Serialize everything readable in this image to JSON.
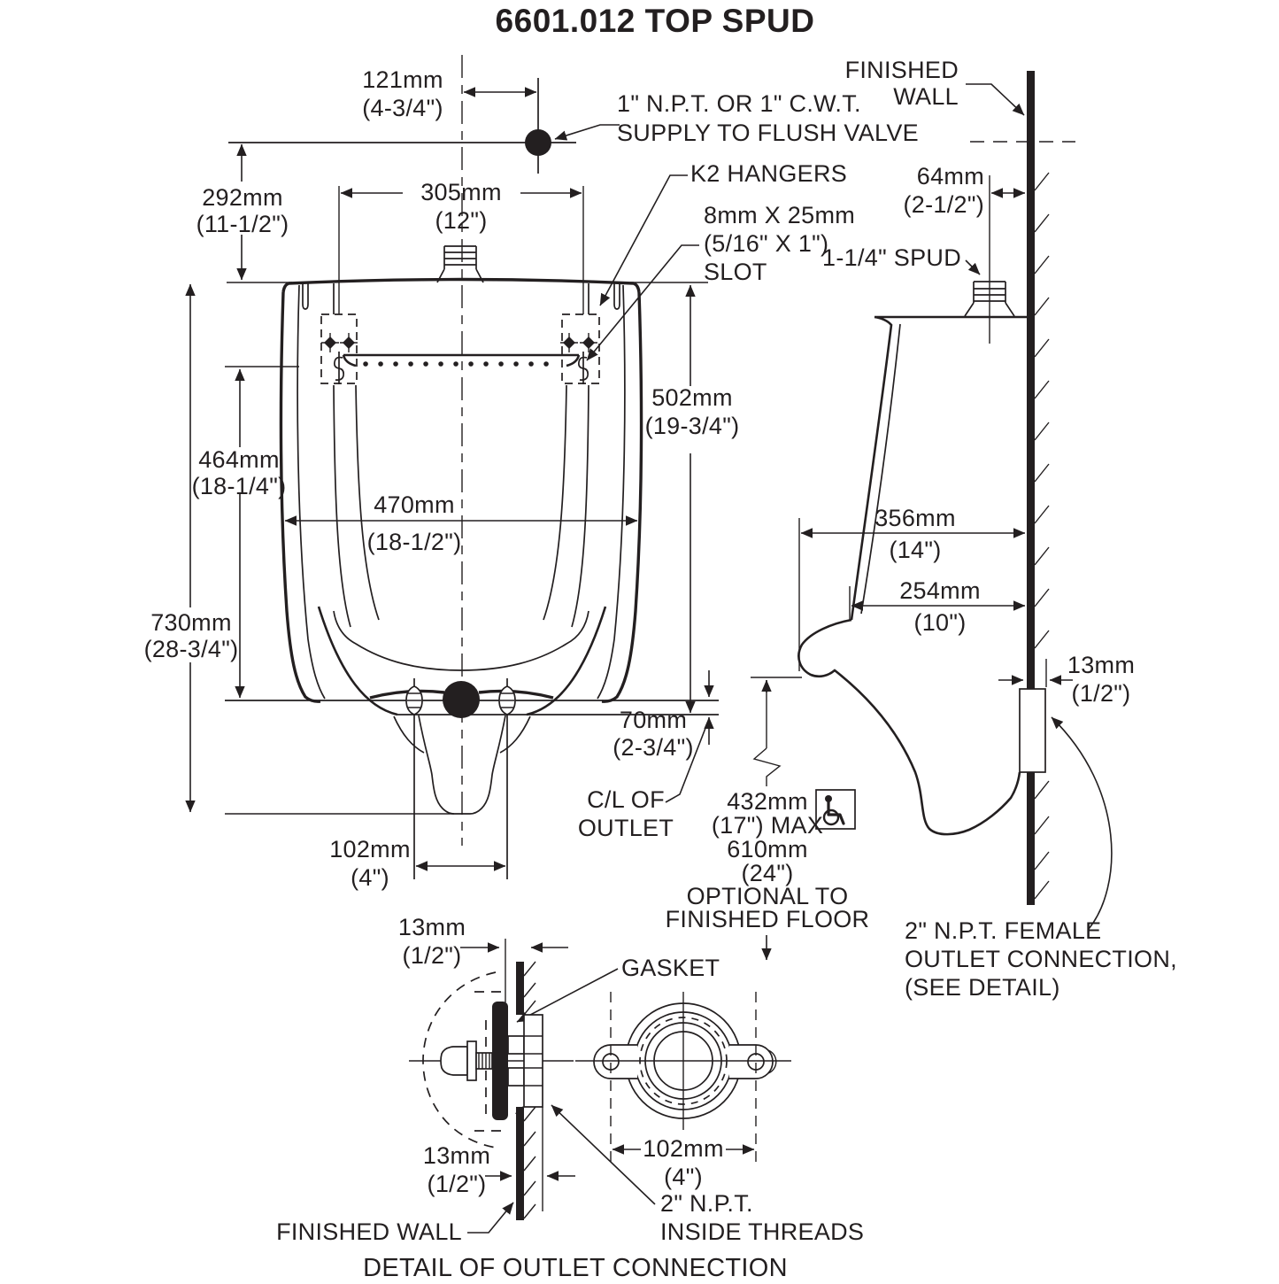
{
  "title": "6601.012 TOP SPUD",
  "front": {
    "dim121": [
      "121mm",
      "(4-3/4\")"
    ],
    "supply": [
      "1\" N.P.T. OR 1\" C.W.T.",
      "SUPPLY TO FLUSH VALVE"
    ],
    "dim292": [
      "292mm",
      "(11-1/2\")"
    ],
    "dim305": [
      "305mm",
      "(12\")"
    ],
    "k2": "K2 HANGERS",
    "slot": [
      "8mm X 25mm",
      "(5/16\" X 1\")",
      "SLOT"
    ],
    "dim502": [
      "502mm",
      "(19-3/4\")"
    ],
    "dim464": [
      "464mm",
      "(18-1/4\")"
    ],
    "dim470": [
      "470mm",
      "(18-1/2\")"
    ],
    "dim730": [
      "730mm",
      "(28-3/4\")"
    ],
    "dim70": [
      "70mm",
      "(2-3/4\")"
    ],
    "dim102": [
      "102mm",
      "(4\")"
    ],
    "cl": [
      "C/L OF",
      "OUTLET"
    ],
    "floor": [
      "432mm",
      "(17\") MAX",
      "610mm",
      "(24\")",
      "OPTIONAL TO",
      "FINISHED FLOOR"
    ]
  },
  "side": {
    "wall": [
      "FINISHED",
      "WALL"
    ],
    "dim64": [
      "64mm",
      "(2-1/2\")"
    ],
    "spud": "1-1/4\" SPUD",
    "dim356": [
      "356mm",
      "(14\")"
    ],
    "dim254": [
      "254mm",
      "(10\")"
    ],
    "dim13": [
      "13mm",
      "(1/2\")"
    ],
    "outlet": [
      "2\" N.P.T. FEMALE",
      "OUTLET CONNECTION,",
      "(SEE DETAIL)"
    ]
  },
  "detail": {
    "dim13top": [
      "13mm",
      "(1/2\")"
    ],
    "dim13bottom": [
      "13mm",
      "(1/2\")"
    ],
    "gasket": "GASKET",
    "wall": "FINISHED WALL",
    "threads": [
      "2\" N.P.T.",
      "INSIDE THREADS"
    ],
    "dim102": [
      "102mm",
      "(4\")"
    ],
    "caption": "DETAIL OF OUTLET CONNECTION"
  },
  "colors": {
    "ink": "#231f20",
    "paper": "#ffffff"
  }
}
